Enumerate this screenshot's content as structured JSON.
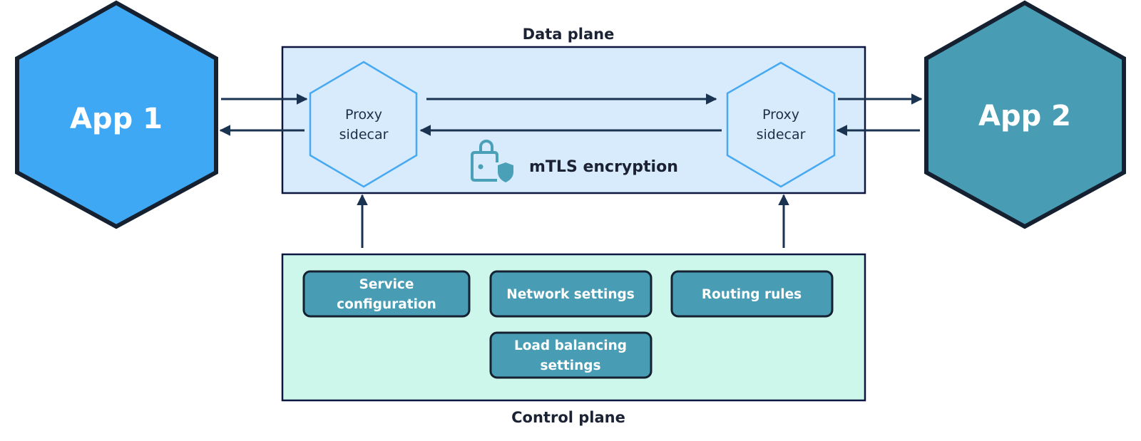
{
  "colors": {
    "app1_fill": "#3fa8f4",
    "app2_fill": "#489db5",
    "outline": "#152131",
    "data_plane_fill": "#d8ebfd",
    "data_plane_border": "#0c1640",
    "control_plane_fill": "#cdf7ea",
    "proxy_outline": "#46a9f2",
    "arrow": "#1a3350",
    "config_box_fill": "#489db5",
    "icon": "#4aa0b6"
  },
  "apps": [
    {
      "id": "app1",
      "label": "App 1"
    },
    {
      "id": "app2",
      "label": "App 2"
    }
  ],
  "data_plane": {
    "title": "Data plane",
    "proxies": [
      {
        "line1": "Proxy",
        "line2": "sidecar"
      },
      {
        "line1": "Proxy",
        "line2": "sidecar"
      }
    ],
    "encryption": {
      "icon": "lock-shield-icon",
      "label": "mTLS encryption"
    }
  },
  "control_plane": {
    "title": "Control plane",
    "items": [
      {
        "line1": "Service",
        "line2": "configuration"
      },
      {
        "line1": "Network settings",
        "line2": ""
      },
      {
        "line1": "Routing rules",
        "line2": ""
      },
      {
        "line1": "Load balancing",
        "line2": "settings"
      }
    ]
  }
}
